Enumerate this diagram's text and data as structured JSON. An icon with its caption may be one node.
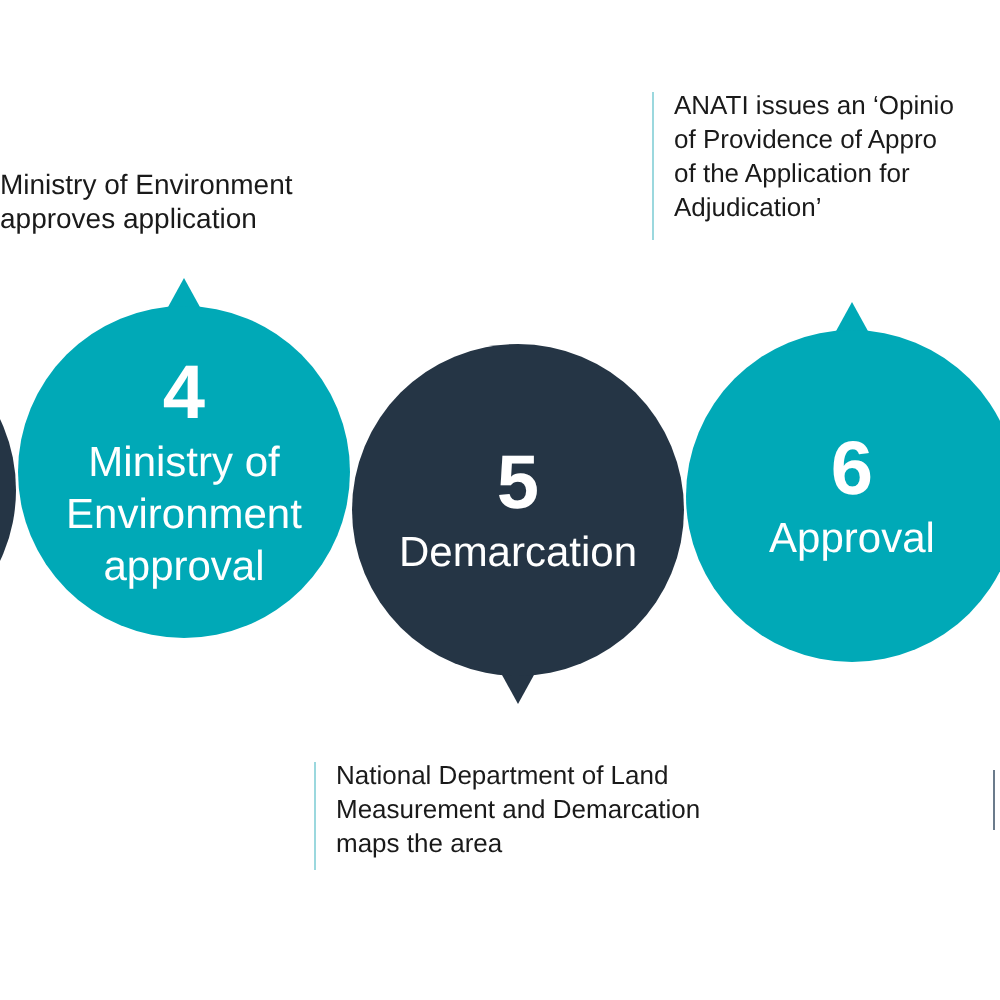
{
  "diagram": {
    "nodes": [
      {
        "text": [],
        "shape": "circle"
      },
      {
        "text": [
          "4",
          "Ministry of Environment approval"
        ]
      },
      {
        "text": [
          "5",
          "Demarcation"
        ]
      },
      {
        "text": [
          "6",
          "Approval"
        ]
      }
    ],
    "labels": [
      "ANATI issues an ‘Opinio of Providence of Appro of the Application for Adjudication’",
      "Ministry of Environment approves application",
      "National Department of Land Measurement and Demarcation maps the area"
    ]
  }
}
